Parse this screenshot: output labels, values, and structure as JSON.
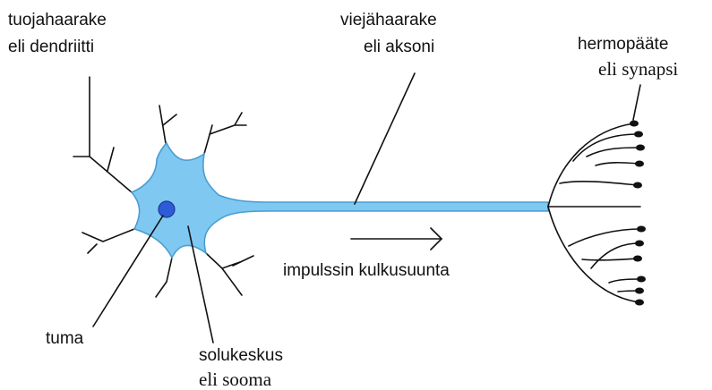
{
  "labels": {
    "dendrite_line1": "tuojahaarake",
    "dendrite_line2": "eli dendriitti",
    "axon_line1": "viejähaarake",
    "axon_line2": "eli aksoni",
    "synapse_line1": "hermopääte",
    "synapse_line2": "eli synapsi",
    "direction": "impulssin kulkusuunta",
    "nucleus": "tuma",
    "soma_line1": "solukeskus",
    "soma_line2": "eli sooma"
  },
  "colors": {
    "cell_fill": "#7fc8f2",
    "cell_stroke": "#4a9dd0",
    "nucleus_fill": "#2e5bd6",
    "ink": "#111111"
  }
}
